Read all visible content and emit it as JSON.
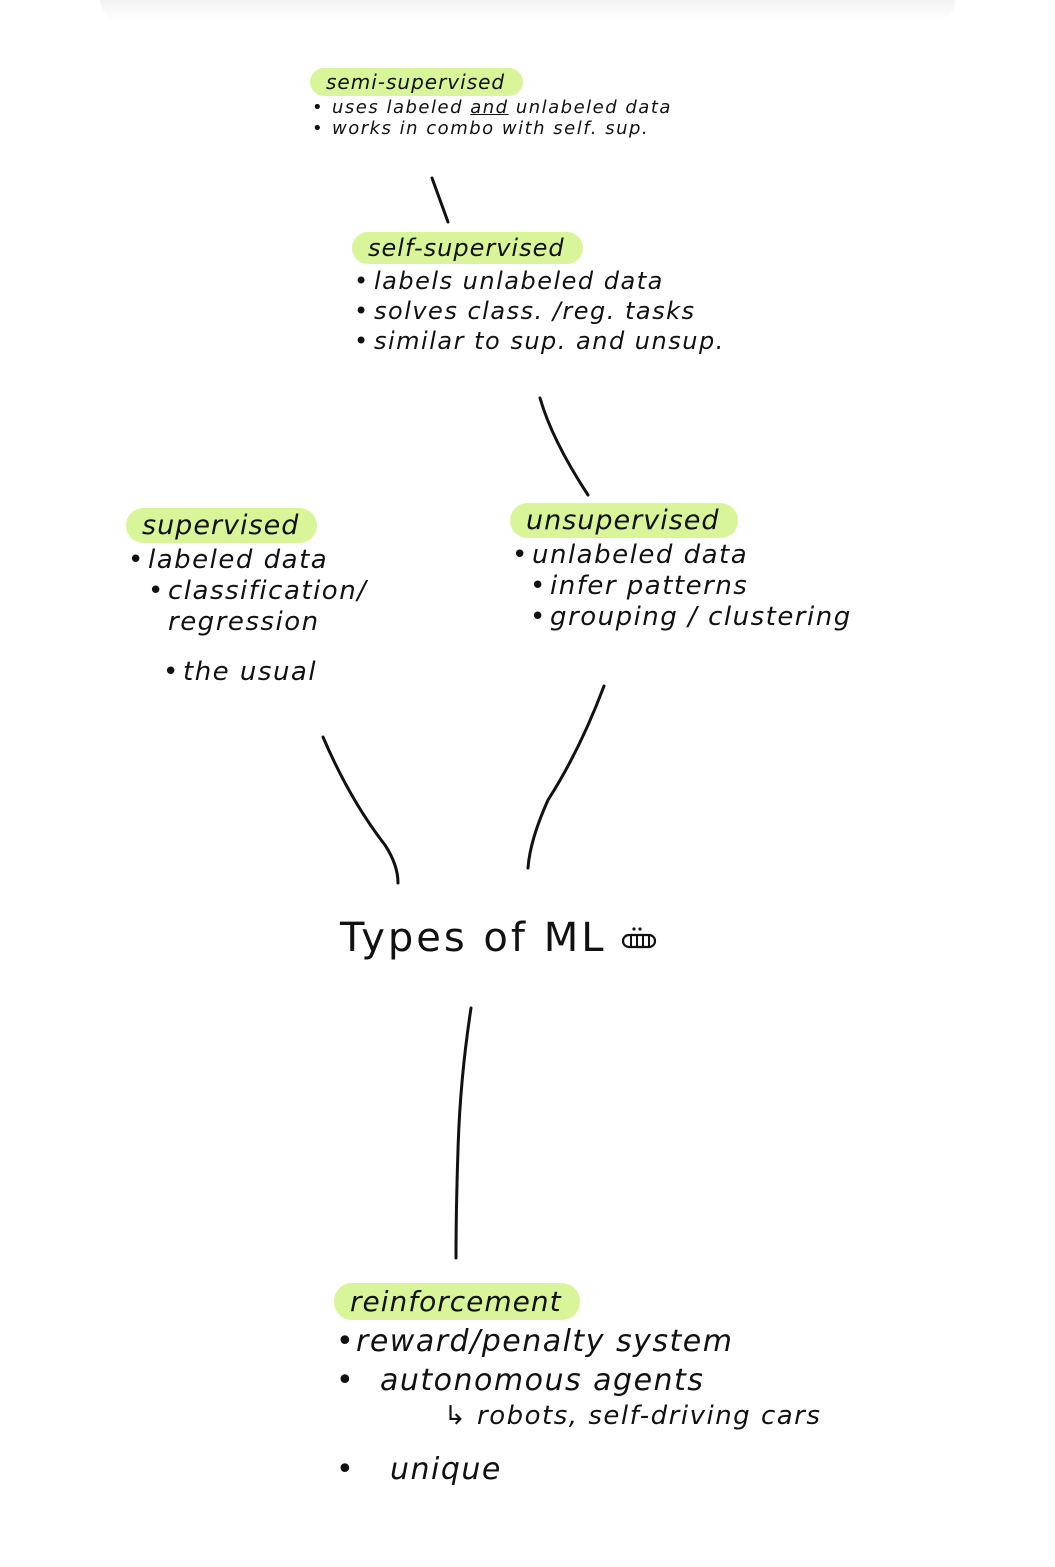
{
  "title": "Types of ML",
  "title_icon": "grinning-face-doodle",
  "highlight_color": "#d9f59a",
  "nodes": {
    "semi_supervised": {
      "label": "semi-supervised",
      "items": [
        "uses labeled and unlabeled data",
        "works in combo with self. sup."
      ],
      "item0_pre": "uses labeled ",
      "item0_underlined": "and",
      "item0_post": " unlabeled data"
    },
    "self_supervised": {
      "label": "self-supervised",
      "items": [
        "labels unlabeled data",
        "solves class. /reg. tasks",
        "similar to sup. and unsup."
      ]
    },
    "supervised": {
      "label": "supervised",
      "items": [
        "labeled data",
        "classification/ regression",
        "the usual"
      ]
    },
    "unsupervised": {
      "label": "unsupervised",
      "items": [
        "unlabeled data",
        "infer patterns",
        "grouping / clustering"
      ]
    },
    "reinforcement": {
      "label": "reinforcement",
      "items": [
        "reward/penalty system",
        "autonomous agents",
        "↳ robots, self-driving cars",
        "unique"
      ]
    }
  }
}
